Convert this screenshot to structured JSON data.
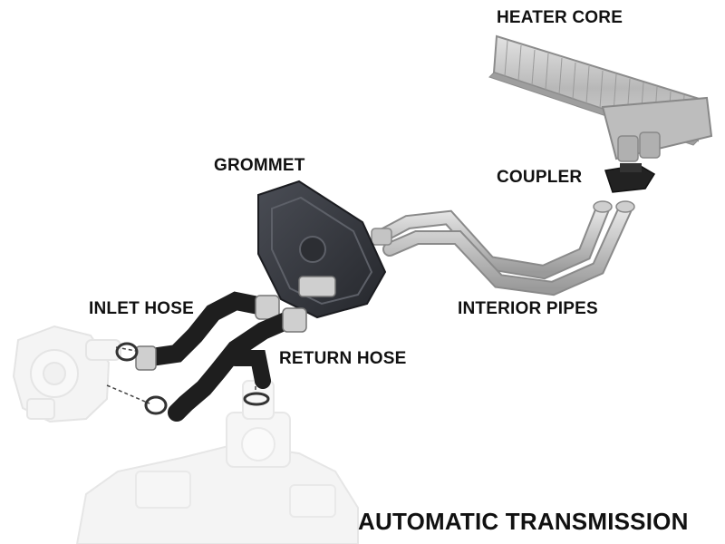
{
  "labels": {
    "heater_core": "HEATER CORE",
    "coupler": "COUPLER",
    "grommet": "GROMMET",
    "inlet_hose": "INLET HOSE",
    "interior_pipes": "INTERIOR PIPES",
    "return_hose": "RETURN HOSE",
    "automatic_transmission": "AUTOMATIC TRANSMISSION"
  },
  "colors": {
    "hose": "#1e1e1e",
    "pipe": "#b9b9b9",
    "grommet": "#34363c",
    "heater_core": "#c8c8c8",
    "faded_engine": "#e4e4e4",
    "label": "#111111"
  }
}
